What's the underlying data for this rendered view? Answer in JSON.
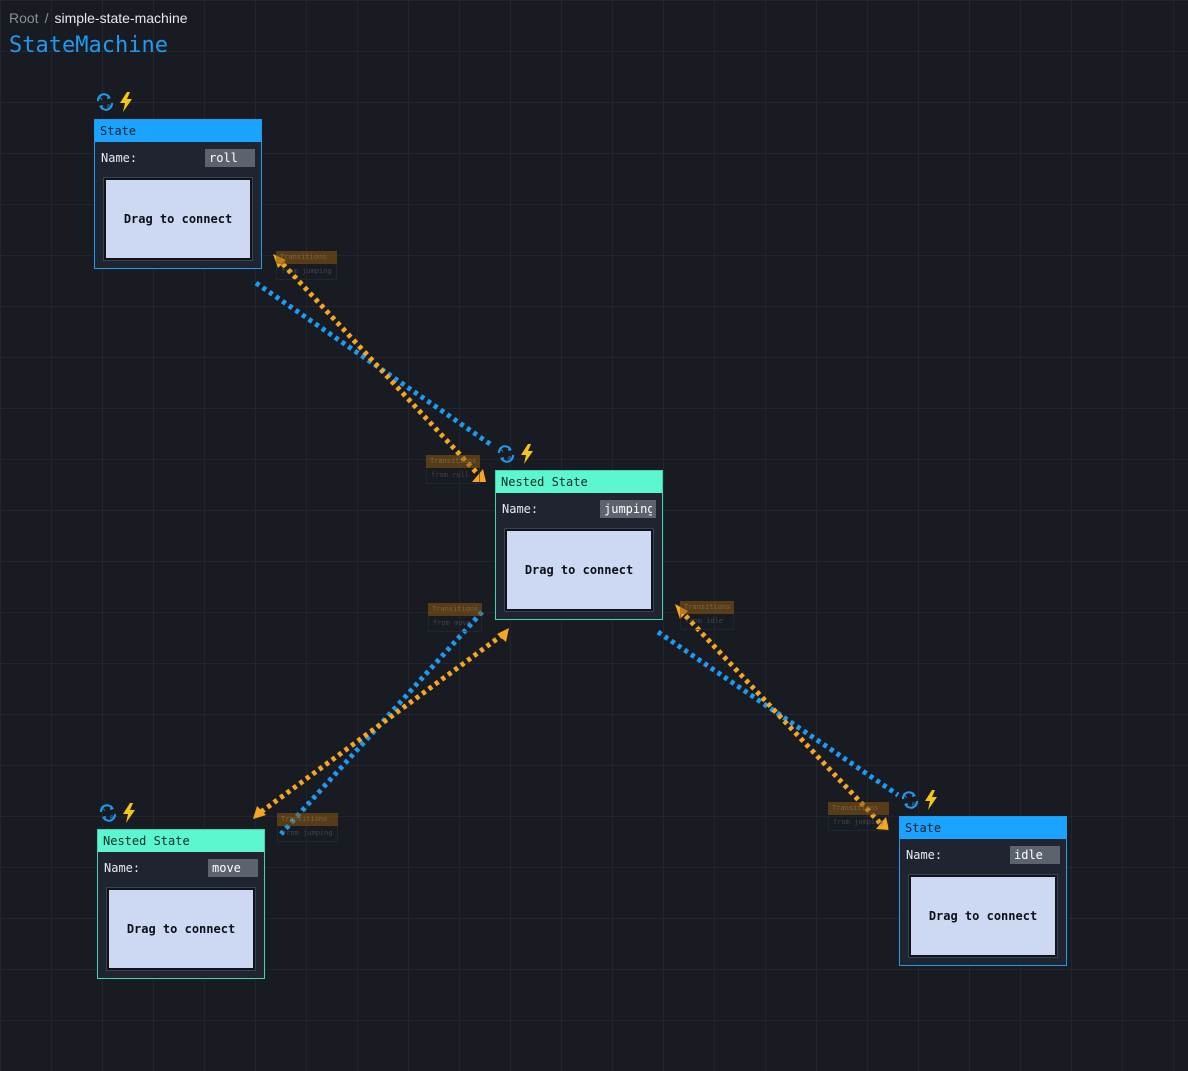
{
  "breadcrumb": {
    "root": "Root",
    "separator": "/",
    "current": "simple-state-machine"
  },
  "page_title": "StateMachine",
  "colors": {
    "background": "#181b21",
    "state_header": "#1aa3ff",
    "nested_state_header": "#5cf7cf",
    "transition_out": "#1e9bf0",
    "transition_in": "#f5a623",
    "event_icon": "#f5c518",
    "drag_box": "#cdd9f3"
  },
  "nodes": {
    "roll": {
      "header": "State",
      "name_label": "Name:",
      "name_value": "roll",
      "drag_label": "Drag to connect",
      "icons": [
        "sync-ab-icon",
        "lightning-icon"
      ]
    },
    "jumping": {
      "header": "Nested State",
      "name_label": "Name:",
      "name_value": "jumping",
      "drag_label": "Drag to connect",
      "icons": [
        "sync-ab-icon",
        "lightning-icon"
      ]
    },
    "move": {
      "header": "Nested State",
      "name_label": "Name:",
      "name_value": "move",
      "drag_label": "Drag to connect",
      "icons": [
        "sync-ab-icon",
        "lightning-icon"
      ]
    },
    "idle": {
      "header": "State",
      "name_label": "Name:",
      "name_value": "idle",
      "drag_label": "Drag to connect",
      "icons": [
        "sync-ab-icon",
        "lightning-icon"
      ]
    }
  },
  "transitions": [
    {
      "title": "Transitions",
      "source": "from jumping"
    },
    {
      "title": "Transitions",
      "source": "from roll"
    },
    {
      "title": "Transitions",
      "source": "from move"
    },
    {
      "title": "Transitions",
      "source": "from idle"
    },
    {
      "title": "Transitions",
      "source": "from jumping"
    },
    {
      "title": "Transitions",
      "source": "from jumping"
    }
  ]
}
